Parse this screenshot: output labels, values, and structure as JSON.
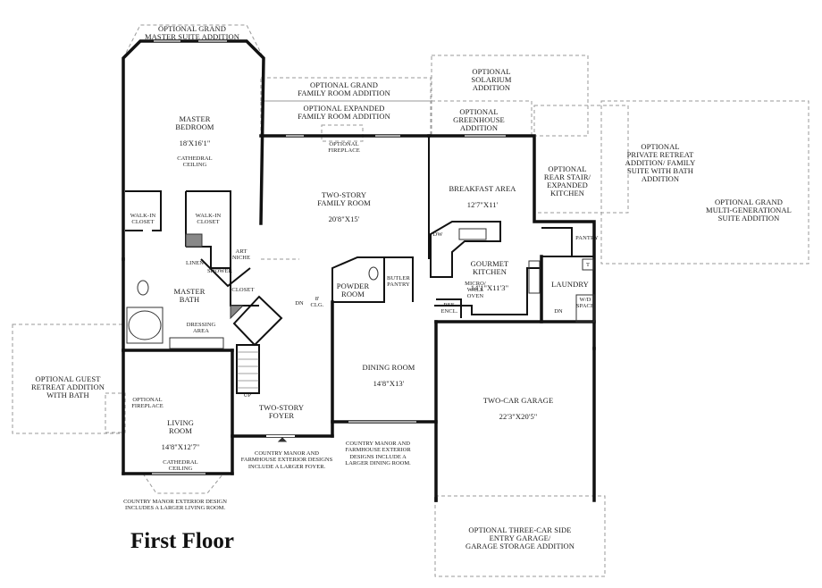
{
  "floor_title": "First Floor",
  "rooms": {
    "master_suite_addition": {
      "name": "OPTIONAL GRAND\nMASTER SUITE ADDITION"
    },
    "master_bedroom": {
      "name": "MASTER\nBEDROOM",
      "dims": "18'X16'1\"",
      "note": "CATHEDRAL\nCEILING"
    },
    "grand_family_addition": {
      "name": "OPTIONAL GRAND\nFAMILY ROOM ADDITION"
    },
    "expanded_family_addition": {
      "name": "OPTIONAL EXPANDED\nFAMILY ROOM ADDITION"
    },
    "solarium_addition": {
      "name": "OPTIONAL\nSOLARIUM\nADDITION"
    },
    "greenhouse_addition": {
      "name": "OPTIONAL\nGREENHOUSE\nADDITION"
    },
    "private_retreat_addition": {
      "name": "OPTIONAL\nPRIVATE RETREAT\nADDITION/ FAMILY\nSUITE WITH BATH\nADDITION"
    },
    "multigen_addition": {
      "name": "OPTIONAL GRAND\nMULTI-GENERATIONAL\nSUITE ADDITION"
    },
    "family_fireplace": {
      "name": "OPTIONAL\nFIREPLACE"
    },
    "family_room": {
      "name": "TWO-STORY\nFAMILY ROOM",
      "dims": "20'8\"X15'"
    },
    "breakfast_area": {
      "name": "BREAKFAST AREA",
      "dims": "12'7\"X11'"
    },
    "rear_stair": {
      "name": "OPTIONAL\nREAR STAIR/\nEXPANDED\nKITCHEN"
    },
    "walkin_closet_1": {
      "name": "WALK-IN\nCLOSET"
    },
    "walkin_closet_2": {
      "name": "WALK-IN\nCLOSET"
    },
    "art_niche": {
      "name": "ART\nNICHE"
    },
    "linen": {
      "name": "LINEN"
    },
    "shower": {
      "name": "SHOWER"
    },
    "closet": {
      "name": "CLOSET"
    },
    "master_bath": {
      "name": "MASTER\nBATH"
    },
    "dressing_area": {
      "name": "DRESSING\nAREA"
    },
    "powder_room": {
      "name": "POWDER\nROOM"
    },
    "butler_pantry": {
      "name": "BUTLER\nPANTRY"
    },
    "ceiling_8": {
      "name": "8'\nCLG."
    },
    "dn_1": {
      "name": "DN"
    },
    "dw": {
      "name": "DW"
    },
    "gourmet_kitchen": {
      "name": "GOURMET\nKITCHEN",
      "dims": "14'1\"X11'3\""
    },
    "micro_wall_oven": {
      "name": "MICRO/\nWALL\nOVEN"
    },
    "ref_encl": {
      "name": "REF.\nENCL."
    },
    "pantry": {
      "name": "PANTRY"
    },
    "laundry": {
      "name": "LAUNDRY"
    },
    "t_tub": {
      "name": "T"
    },
    "wd_space": {
      "name": "W/D\nSPACE"
    },
    "dn_2": {
      "name": "DN"
    },
    "guest_retreat_addition": {
      "name": "OPTIONAL GUEST\nRETREAT ADDITION\nWITH BATH"
    },
    "living_fireplace": {
      "name": "OPTIONAL\nFIREPLACE"
    },
    "living_room": {
      "name": "LIVING\nROOM",
      "dims": "14'8\"X12'7\"",
      "note": "CATHEDRAL\nCEILING"
    },
    "up": {
      "name": "UP"
    },
    "foyer": {
      "name": "TWO-STORY\nFOYER"
    },
    "dining_room": {
      "name": "DINING ROOM",
      "dims": "14'8\"X13'"
    },
    "garage": {
      "name": "TWO-CAR GARAGE",
      "dims": "22'3\"X20'5\""
    },
    "three_car_garage": {
      "name": "OPTIONAL THREE-CAR SIDE\nENTRY GARAGE/\nGARAGE STORAGE ADDITION"
    }
  },
  "notes": {
    "foyer_note": "COUNTRY MANOR AND\nFARMHOUSE EXTERIOR DESIGNS\nINCLUDE A LARGER FOYER.",
    "dining_note": "COUNTRY MANOR AND\nFARMHOUSE EXTERIOR\nDESIGNS INCLUDE A\nLARGER DINING ROOM.",
    "living_note": "COUNTRY MANOR EXTERIOR DESIGN\nINCLUDES A LARGER LIVING ROOM."
  }
}
